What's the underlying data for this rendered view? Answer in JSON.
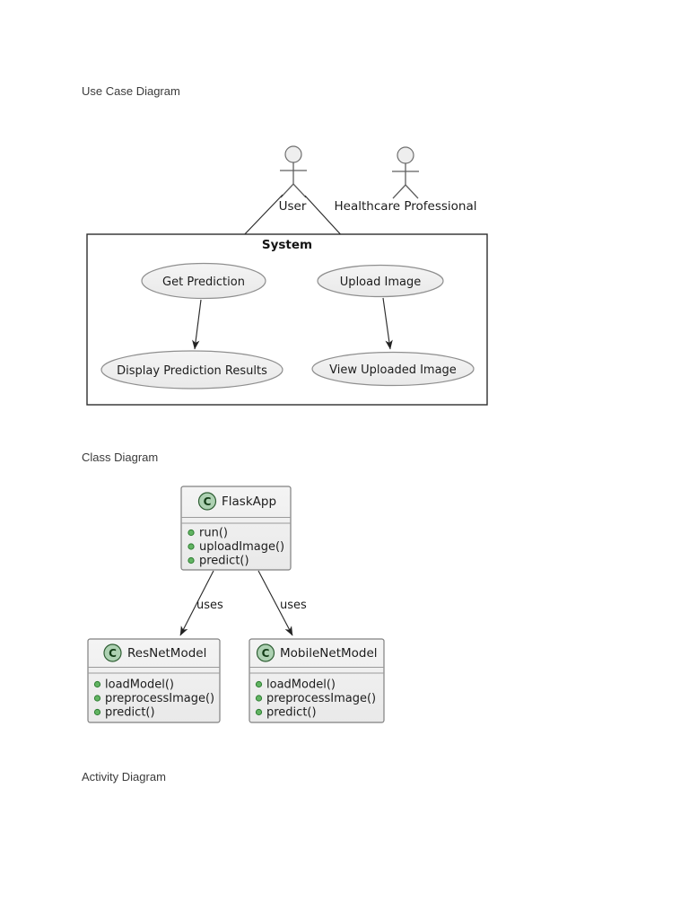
{
  "headings": {
    "use_case": "Use Case Diagram",
    "class": "Class Diagram",
    "activity": "Activity Diagram"
  },
  "use_case_diagram": {
    "actors": [
      {
        "name": "User"
      },
      {
        "name": "Healthcare Professional"
      }
    ],
    "system_boundary": {
      "label": "System"
    },
    "use_cases": [
      {
        "label": "Get Prediction"
      },
      {
        "label": "Upload Image"
      },
      {
        "label": "Display Prediction Results"
      },
      {
        "label": "View Uploaded Image"
      }
    ],
    "relations": [
      {
        "from": "User",
        "to": "Get Prediction"
      },
      {
        "from": "User",
        "to": "Upload Image"
      },
      {
        "from": "Get Prediction",
        "to": "Display Prediction Results"
      },
      {
        "from": "Upload Image",
        "to": "View Uploaded Image"
      }
    ]
  },
  "class_diagram": {
    "classes": [
      {
        "name": "FlaskApp",
        "icon_letter": "C",
        "methods": [
          "run()",
          "uploadImage()",
          "predict()"
        ]
      },
      {
        "name": "ResNetModel",
        "icon_letter": "C",
        "methods": [
          "loadModel()",
          "preprocessImage()",
          "predict()"
        ]
      },
      {
        "name": "MobileNetModel",
        "icon_letter": "C",
        "methods": [
          "loadModel()",
          "preprocessImage()",
          "predict()"
        ]
      }
    ],
    "relationships": [
      {
        "from": "FlaskApp",
        "to": "ResNetModel",
        "label": "uses"
      },
      {
        "from": "FlaskApp",
        "to": "MobileNetModel",
        "label": "uses"
      }
    ]
  },
  "colors": {
    "ellipse_fill": "#efefef",
    "ellipse_border": "#8f8f8f",
    "class_box_fill": "#f1f1f1",
    "class_box_border": "#808080",
    "class_icon_fill": "#add1b2",
    "method_bullet": "#62b462",
    "line": "#2b2b2b",
    "background": "#ffffff"
  }
}
